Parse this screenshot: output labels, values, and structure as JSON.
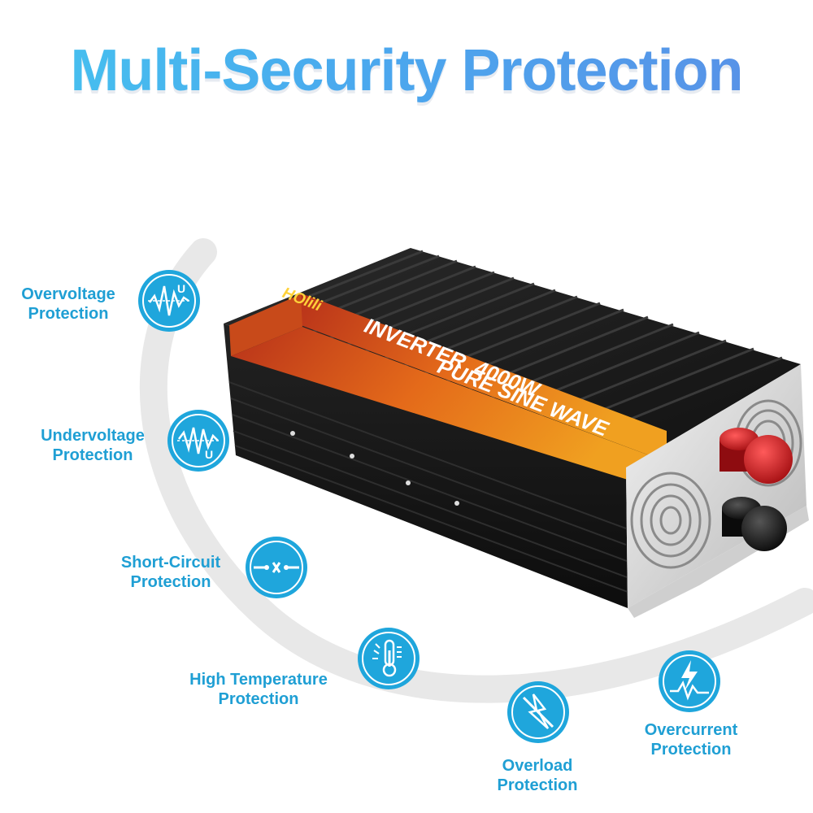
{
  "title": "Multi-Security Protection",
  "product": {
    "brand": "HOlili",
    "label_line1": "INVERTER  4000W",
    "label_line2": "PURE SINE WAVE"
  },
  "features": [
    {
      "line1": "Overvoltage",
      "line2": "Protection",
      "icon": "overvoltage-wave-icon"
    },
    {
      "line1": "Undervoltage",
      "line2": "Protection",
      "icon": "undervoltage-wave-icon"
    },
    {
      "line1": "Short-Circuit",
      "line2": "Protection",
      "icon": "short-circuit-icon"
    },
    {
      "line1": "High Temperature",
      "line2": "Protection",
      "icon": "thermometer-icon"
    },
    {
      "line1": "Overload",
      "line2": "Protection",
      "icon": "overload-icon"
    },
    {
      "line1": "Overcurrent",
      "line2": "Protection",
      "icon": "lightning-icon"
    }
  ],
  "colors": {
    "accent": "#1fa6dc",
    "accent_dark": "#1c8fc4",
    "arc": "#e6e6e6",
    "inverter_body": "#1a1a1a",
    "label_orange": "#e8741c",
    "terminal_red": "#d81e23"
  }
}
